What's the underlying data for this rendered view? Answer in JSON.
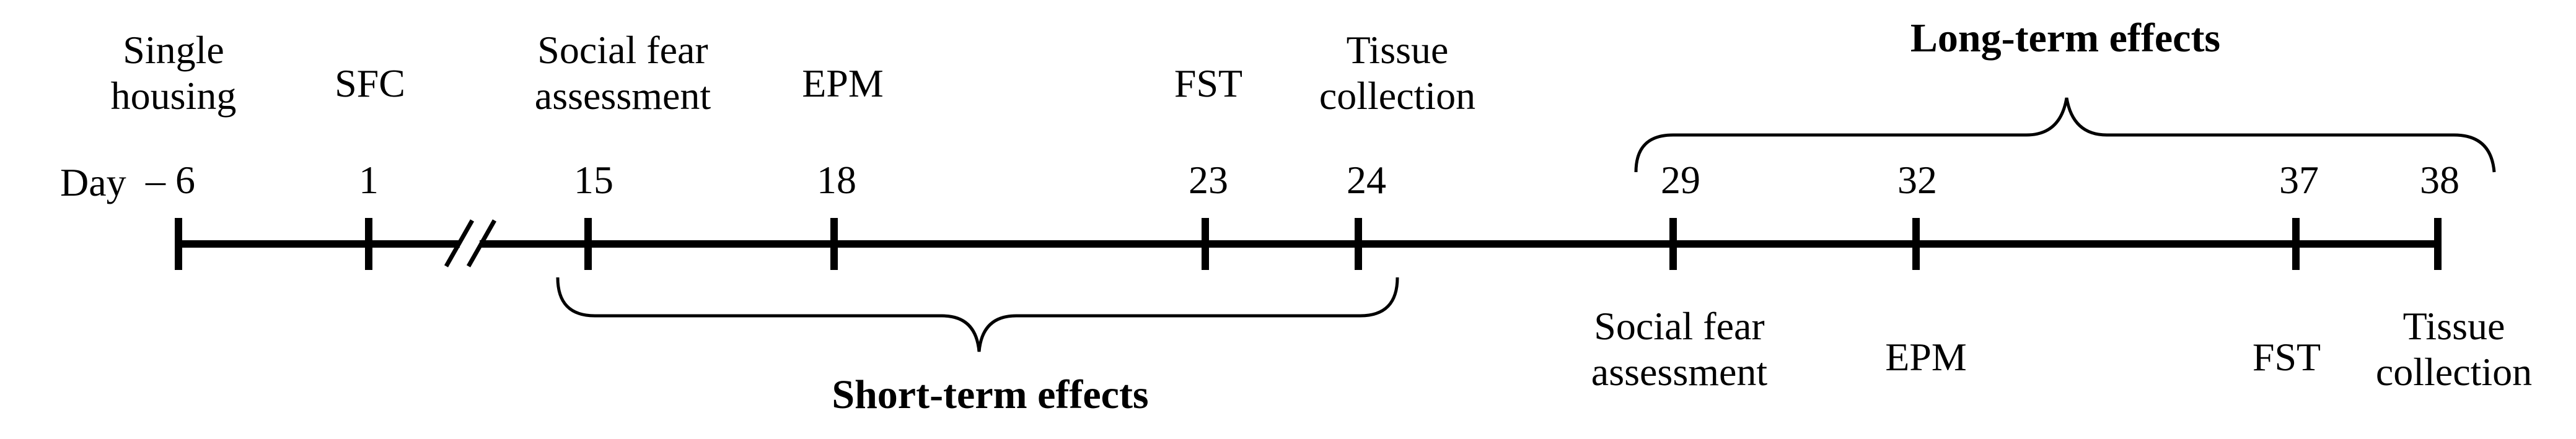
{
  "axis_label": "Day",
  "days": [
    "– 6",
    "1",
    "15",
    "18",
    "23",
    "24",
    "29",
    "32",
    "37",
    "38"
  ],
  "events_above": [
    {
      "text": "Single\nhousing"
    },
    {
      "text": "SFC"
    },
    {
      "text": "Social fear\nassessment"
    },
    {
      "text": "EPM"
    },
    {
      "text": "FST"
    },
    {
      "text": "Tissue\ncollection"
    }
  ],
  "events_below": [
    {
      "text": "Social fear\nassessment"
    },
    {
      "text": "EPM"
    },
    {
      "text": "FST"
    },
    {
      "text": "Tissue\ncollection"
    }
  ],
  "groups": {
    "short_term": "Short-term effects",
    "long_term": "Long-term effects"
  }
}
